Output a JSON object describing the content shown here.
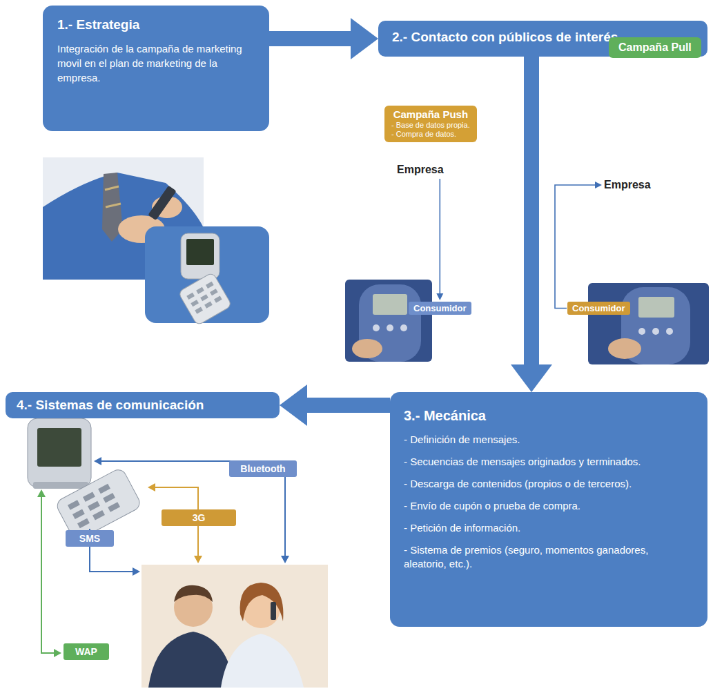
{
  "diagram": {
    "nodes": [
      {
        "text": [
          "1.- Estrategia",
          "Integración de la campaña de marketing movil en el plan de marketing de la empresa."
        ]
      },
      {
        "text": [
          "2.- Contacto con públicos de interés"
        ]
      },
      {
        "text": [
          "Campaña Push",
          "- Base de datos propia.",
          "- Compra de datos."
        ]
      },
      {
        "text": [
          "Campaña Pull"
        ]
      },
      {
        "text": [
          "Empresa"
        ]
      },
      {
        "text": [
          "Empresa"
        ]
      },
      {
        "text": [
          "Consumidor"
        ]
      },
      {
        "text": [
          "Consumidor"
        ]
      },
      {
        "text": [
          "3.- Mecánica",
          "- Definición de mensajes.",
          "- Secuencias de mensajes originados y terminados.",
          "- Descarga de contenidos (propios o de terceros).",
          "- Envío de cupón o prueba de compra.",
          "- Petición de información.",
          "- Sistema de premios (seguro, momentos ganadores, aleatorio, etc.)."
        ]
      },
      {
        "text": [
          "4.- Sistemas de comunicación"
        ]
      }
    ],
    "edges": [
      {
        "from": 0,
        "to": 1,
        "arrow": "to"
      },
      {
        "from": 1,
        "to": 8,
        "arrow": "to"
      },
      {
        "from": 8,
        "to": 9,
        "arrow": "to"
      },
      {
        "from": 4,
        "to": 6,
        "arrow": "to"
      },
      {
        "from": 7,
        "to": 5,
        "arrow": "to"
      }
    ],
    "labels": [
      "Bluetooth",
      "3G",
      "SMS",
      "WAP"
    ]
  }
}
